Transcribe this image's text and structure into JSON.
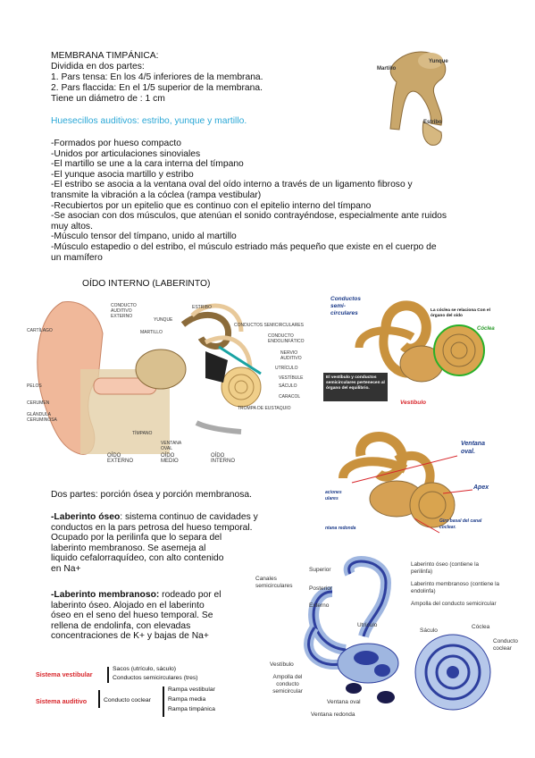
{
  "intro": {
    "title": "MEMBRANA TIMPÁNICA:",
    "line1": "Dividida en dos partes:",
    "line2": "1. Pars tensa: En los 4/5 inferiores de la membrana.",
    "line3": "2. Pars flaccida: En el 1/5 superior de la membrana.",
    "line4": "Tiene un diámetro de : 1 cm"
  },
  "ossicles_heading": "Huesecillos auditivos: estribo, yunque y martillo.",
  "bullets": [
    "-Formados por hueso compacto",
    "-Unidos por articulaciones sinoviales",
    "-El martillo se une a la cara interna del tímpano",
    "-El yunque asocia martillo y estribo",
    "-El estribo se asocia a la ventana oval del oído interno a través de un ligamento fibroso y",
    "transmite la vibración a la cóclea (rampa vestibular)",
    "-Recubiertos por un epitelio que es continuo con el epitelio interno del tímpano",
    "-Se asocian con dos músculos, que atenúan el sonido contrayéndose, especialmente ante ruidos",
    "muy altos.",
    "-Músculo tensor del tímpano, unido al martillo",
    "-Músculo estapedio o del estribo, el músculo estriado más pequeño que existe en el cuerpo de",
    "un mamífero"
  ],
  "inner_ear_heading": "OÍDO INTERNO (LABERINTO)",
  "ossicle_fig": {
    "martillo": "Martillo",
    "yunque": "Yunque",
    "estribo": "Estribo"
  },
  "ear_fig": {
    "conducto_auditivo_externo": "CONDUCTO AUDITIVO EXTERNO",
    "yunque": "YUNQUE",
    "estribo": "ESTRIBO",
    "conductos_semicirculares": "CONDUCTOS SEMICIRCULARES",
    "cartilago": "CARTÍLAGO",
    "martillo": "MARTILLO",
    "conducto_endolinfatico": "CONDUCTO ENDOLINFÁTICO",
    "nervio_auditivo": "NERVIO AUDITIVO",
    "utriculo": "UTRÍCULO",
    "vestibule": "VESTÍBULE",
    "saculo": "SÁCULO",
    "pelos": "PELOS",
    "caracol": "CARACOL",
    "cerumen": "CERUMEN",
    "glandula": "GLÁNDULA CERUMINOSA",
    "trompa": "TROMPA DE EUSTAQUIO",
    "timpano": "TÍMPANO",
    "ventana_oval": "VENTANA OVAL",
    "oido_externo": "OÍDO EXTERNO",
    "oido_medio": "OÍDO MEDIO",
    "oido_interno": "OÍDO INTERNO"
  },
  "cochlea_fig": {
    "conductos": "Conductos semi- circulares",
    "nota": "La cóclea se relaciona Con el órgano del oído",
    "coclea": "Cóclea",
    "caja": "El vestíbulo y conductos semicirculares pertenecen al órgano del equilibrio.",
    "vestibulo": "Vestíbulo"
  },
  "window_fig": {
    "ventana_oval": "Ventana oval.",
    "apex": "Apex",
    "aciones": "aciones ulares",
    "redonda": "ntana redonda",
    "giro": "Giro basal del canal coclear."
  },
  "parts": "Dos partes: porción ósea y porción membranosa.",
  "oseo": {
    "title": "-Laberinto óseo",
    "lines": [
      ": sistema continuo de cavidades y",
      "conductos en la pars petrosa del hueso temporal.",
      "Ocupado por la perilinfa que lo separa del",
      "laberinto membranoso. Se asemeja al",
      "liquido cefalorraquídeo, con alto contenido",
      "en Na+"
    ]
  },
  "membranoso": {
    "title": "-Laberinto membranoso:",
    "lines": [
      " rodeado por el",
      "laberinto óseo. Alojado en el laberinto",
      "óseo en el seno del hueso temporal. Se",
      "rellena de endolinfa, con elevadas",
      "concentraciones de K+ y bajas de Na+"
    ]
  },
  "systems": {
    "vestibular_label": "Sistema vestibular",
    "vestibular_items": [
      "Sacos (utrículo, sáculo)",
      "Conductos semicirculares (tres)"
    ],
    "auditivo_label": "Sistema auditivo",
    "auditivo_mid": "Conducto coclear",
    "auditivo_items": [
      "Rampa vestibular",
      "Rampa media",
      "Rampa timpánica"
    ]
  },
  "labyrinth_fig": {
    "canales": "Canales semicirculares",
    "superior": "Superior",
    "posterior": "Posterior",
    "externo": "Externo",
    "lab_oseo": "Laberinto óseo (contiene la perilinfa)",
    "lab_memb": "Laberinto membranoso (contiene la endolinfa)",
    "ampolla_sup": "Ampolla del conducto semicircular",
    "utriculo": "Utrículo",
    "saculo": "Sáculo",
    "coclea": "Cóclea",
    "conducto_coclear": "Conducto coclear",
    "vestibulo": "Vestíbulo",
    "ampolla_inf": "Ampolla del conducto semicircular",
    "ventana_oval": "Ventana oval",
    "ventana_redonda": "Ventana redonda"
  }
}
